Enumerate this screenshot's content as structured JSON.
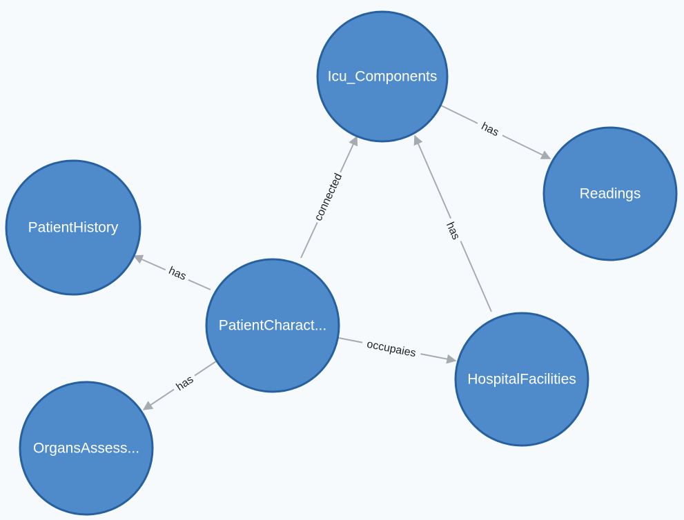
{
  "graph": {
    "nodes": {
      "icu_components": {
        "label": "Icu_Components"
      },
      "readings": {
        "label": "Readings"
      },
      "patient_history": {
        "label": "PatientHistory"
      },
      "patient_characteristics": {
        "label": "PatientCharact..."
      },
      "hospital_facilities": {
        "label": "HospitalFacilities"
      },
      "organs_assessment": {
        "label": "OrgansAssess..."
      }
    },
    "edges": {
      "icu_to_readings": {
        "label": "has"
      },
      "patient_to_icu": {
        "label": "connected"
      },
      "hospital_to_icu": {
        "label": "has"
      },
      "patient_to_history": {
        "label": "has"
      },
      "patient_to_hospital": {
        "label": "occupaies"
      },
      "patient_to_organs": {
        "label": "has"
      }
    }
  },
  "colors": {
    "node_fill": "#4f8bcb",
    "node_stroke": "#27609f",
    "edge": "#a6abb2",
    "background": "#f7fafd"
  }
}
